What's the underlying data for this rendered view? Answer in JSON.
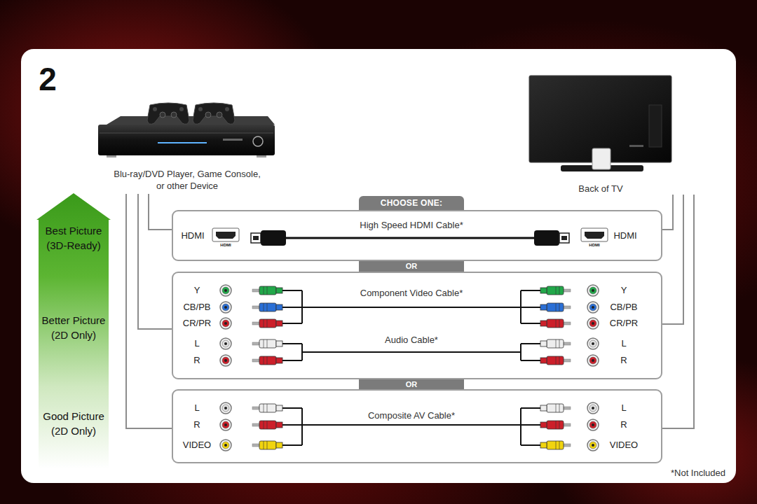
{
  "diagram": {
    "nodes": [
      {
        "text": [
          "Blu-ray/DVD Player, Game Console, or other Device"
        ]
      },
      {
        "text": [
          "Back of TV"
        ]
      },
      {
        "text": [
          "Best Picture (3D-Ready)",
          "Better Picture (2D Only)",
          "Good Picture (2D Only)"
        ]
      },
      {
        "text": [
          "CHOOSE ONE:"
        ]
      },
      {
        "text": [
          "HDMI",
          "HDMI",
          "High Speed HDMI Cable*",
          "HDMI",
          "HDMI"
        ]
      },
      {
        "text": [
          "OR"
        ]
      },
      {
        "text": [
          "Y",
          "CB/PB",
          "CR/PR",
          "L",
          "R",
          "Component Video Cable*",
          "Audio Cable*",
          "Y",
          "CB/PB",
          "CR/PR",
          "L",
          "R"
        ]
      },
      {
        "text": [
          "OR"
        ]
      },
      {
        "text": [
          "L",
          "R",
          "VIDEO",
          "Composite AV Cable*",
          "L",
          "R",
          "VIDEO"
        ]
      }
    ],
    "edges": [
      {
        "from": 0,
        "to": 4,
        "arrow": "none"
      },
      {
        "from": 0,
        "to": 6,
        "arrow": "none"
      },
      {
        "from": 0,
        "to": 8,
        "arrow": "none"
      },
      {
        "from": 1,
        "to": 4,
        "arrow": "none"
      },
      {
        "from": 1,
        "to": 6,
        "arrow": "none"
      },
      {
        "from": 1,
        "to": 8,
        "arrow": "none"
      }
    ],
    "labels": [
      "2",
      "*Not Included"
    ]
  }
}
